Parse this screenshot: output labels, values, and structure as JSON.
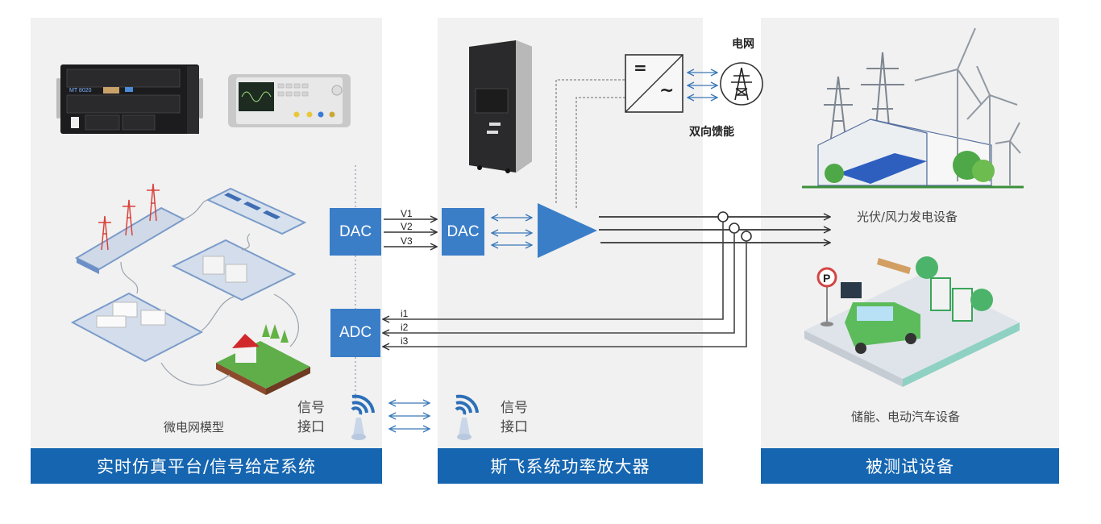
{
  "panels": {
    "left": {
      "footer": "实时仿真平台/信号给定系统",
      "model_label": "微电网模型",
      "signal_label_1": "信号",
      "signal_label_2": "接口"
    },
    "middle": {
      "footer": "斯飞系统功率放大器",
      "signal_label_1": "信号",
      "signal_label_2": "接口"
    },
    "right": {
      "footer": "被测试设备",
      "pv_wind_label": "光伏/风力发电设备",
      "ev_label": "储能、电动汽车设备"
    }
  },
  "blocks": {
    "dac_left": "DAC",
    "dac_mid": "DAC",
    "adc": "ADC"
  },
  "signals": {
    "voltages": [
      "V1",
      "V2",
      "V3"
    ],
    "currents": [
      "i1",
      "i2",
      "i3"
    ]
  },
  "grid": {
    "label": "电网",
    "feedback_label": "双向馈能",
    "converter_dc": "=",
    "converter_ac": "~"
  },
  "icons": [
    "rack-simulator-icon",
    "signal-generator-icon",
    "power-amplifier-cabinet-icon",
    "microgrid-illustration",
    "wireless-antenna-icon",
    "transmission-tower-icon",
    "pv-wind-plant-illustration",
    "ev-charging-illustration"
  ],
  "colors": {
    "accent_blue": "#1565b0",
    "block_blue": "#3b7ec8",
    "panel_bg": "#f1f1f1"
  }
}
